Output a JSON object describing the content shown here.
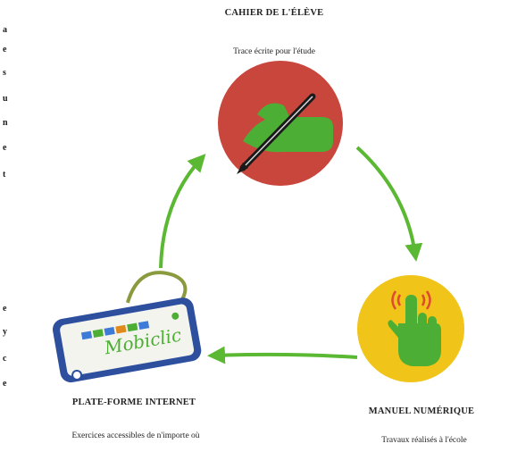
{
  "nodes": {
    "cahier": {
      "title": "CAHIER DE L'ÉLÈVE",
      "subtitle": "Trace écrite pour l'étude",
      "color": "#c9463d",
      "icon": "hand-writing-pen-icon"
    },
    "manuel": {
      "title": "MANUEL NUMÉRIQUE",
      "subtitle": "Travaux réalisés à l'école",
      "color": "#f0c419",
      "icon": "hand-touch-icon"
    },
    "plateforme": {
      "title": "PLATE-FORME INTERNET",
      "subtitle": "Exercices accessibles de n'importe où",
      "color": "#2d4f9e",
      "icon": "usb-key-icon",
      "brand_text": "Mobiclic"
    }
  },
  "arrow_color": "#5bb832",
  "edge_fragments": {
    "left_top": [
      "a",
      "e",
      "s",
      "u",
      "n",
      "e",
      "t"
    ],
    "left_bottom": [
      "e",
      "y",
      "c",
      "e"
    ]
  }
}
